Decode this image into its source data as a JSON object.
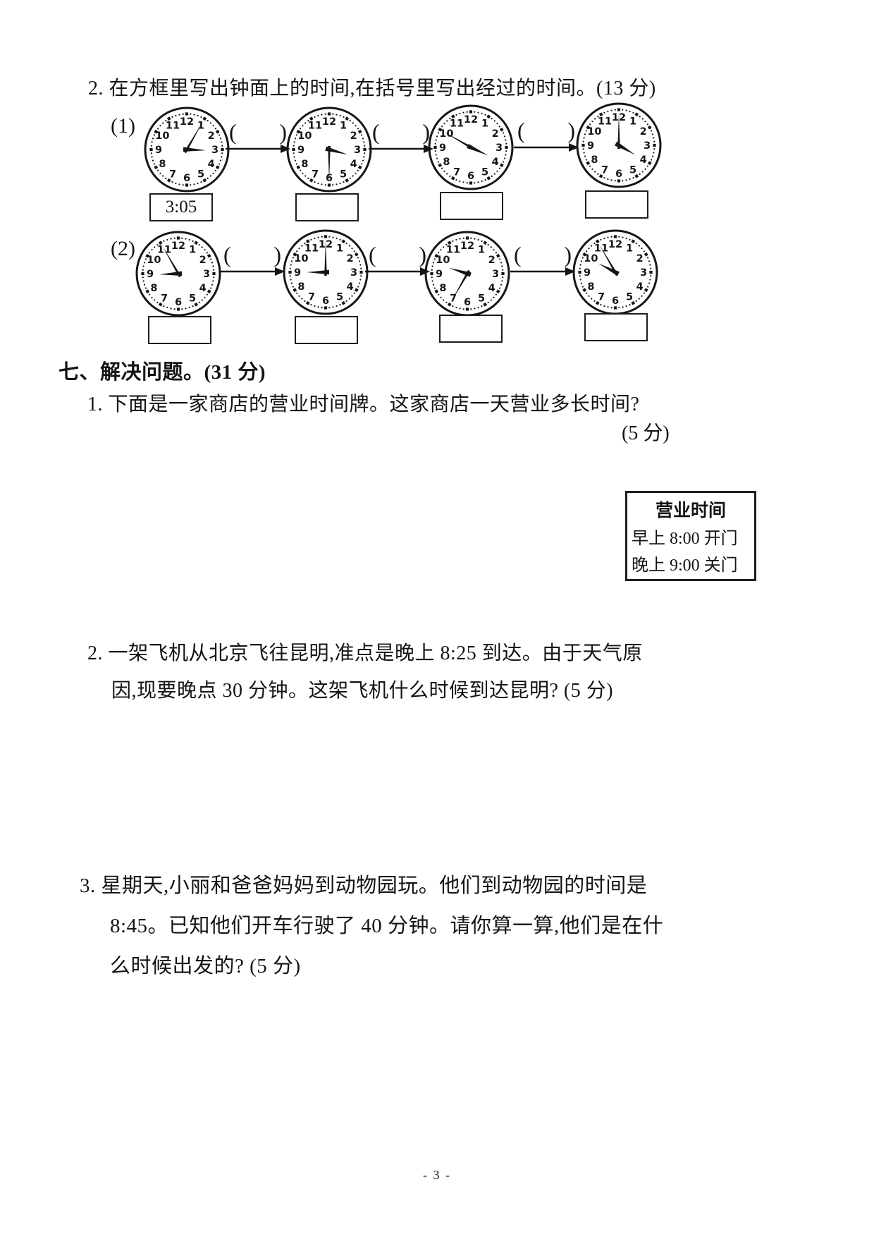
{
  "page": {
    "footer_page_number": "- 3 -"
  },
  "question2": {
    "heading": "2. 在方框里写出钟面上的时间,在括号里写出经过的时间。(13 分)",
    "paren_open": "(",
    "paren_close": ")",
    "rows": [
      {
        "label": "(1)",
        "clocks": [
          {
            "time": "3:05"
          },
          {
            "time": "3:30"
          },
          {
            "time": "3:50"
          },
          {
            "time": "4:00"
          }
        ],
        "answer_boxes": [
          "3:05",
          "",
          "",
          ""
        ]
      },
      {
        "label": "(2)",
        "clocks": [
          {
            "time": "8:55"
          },
          {
            "time": "9:00"
          },
          {
            "time": "9:35"
          },
          {
            "time": "9:55"
          }
        ],
        "answer_boxes": [
          "",
          "",
          "",
          ""
        ]
      }
    ]
  },
  "section7": {
    "heading": "七、解决问题。(31 分)",
    "problem1": {
      "line1": "1. 下面是一家商店的营业时间牌。这家商店一天营业多长时间?",
      "score": "(5 分)",
      "sign": {
        "title": "营业时间",
        "row1": "早上 8:00 开门",
        "row2": "晚上 9:00 关门"
      }
    },
    "problem2": {
      "line1": "2. 一架飞机从北京飞往昆明,准点是晚上 8:25 到达。由于天气原",
      "line2": "因,现要晚点 30 分钟。这架飞机什么时候到达昆明? (5 分)"
    },
    "problem3": {
      "line1": "3. 星期天,小丽和爸爸妈妈到动物园玩。他们到动物园的时间是",
      "line2": "8:45。已知他们开车行驶了 40 分钟。请你算一算,他们是在什",
      "line3": "么时候出发的? (5 分)"
    }
  }
}
